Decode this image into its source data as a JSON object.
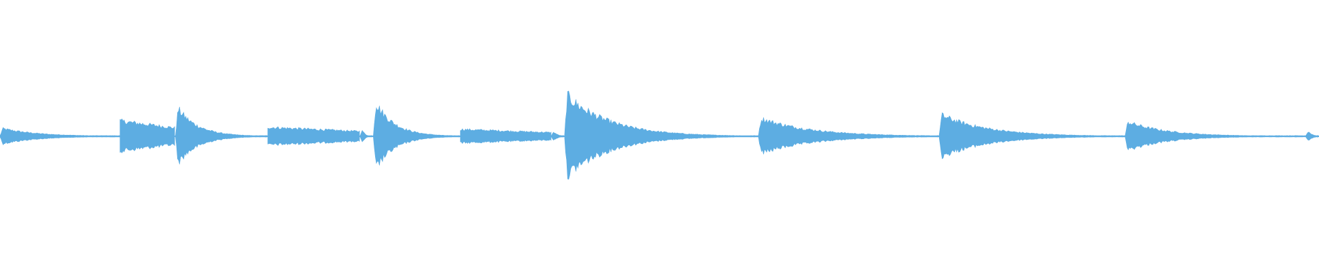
{
  "waveform": {
    "color": "#5dade2",
    "background": "#ffffff",
    "baseline_amplitude": 0.01,
    "events": [
      {
        "time": 0.0,
        "peak": 0.12,
        "decay": 0.3,
        "end": 0.091
      },
      {
        "time": 0.091,
        "peak": 0.22,
        "decay": 0.4,
        "end": 0.133,
        "sustain": true
      },
      {
        "time": 0.133,
        "peak": 0.45,
        "decay": 0.22,
        "end": 0.203
      },
      {
        "time": 0.203,
        "peak": 0.13,
        "decay": 0.6,
        "end": 0.273,
        "sustain": true
      },
      {
        "time": 0.273,
        "peak": 0.22,
        "decay": 0.2,
        "end": 0.283
      },
      {
        "time": 0.283,
        "peak": 0.55,
        "decay": 0.22,
        "end": 0.349
      },
      {
        "time": 0.349,
        "peak": 0.1,
        "decay": 0.6,
        "end": 0.418,
        "sustain": true
      },
      {
        "time": 0.418,
        "peak": 0.12,
        "decay": 0.3,
        "end": 0.428
      },
      {
        "time": 0.428,
        "peak": 0.62,
        "decay": 0.22,
        "end": 0.575
      },
      {
        "time": 0.575,
        "peak": 0.27,
        "decay": 0.28,
        "end": 0.712
      },
      {
        "time": 0.712,
        "peak": 0.32,
        "decay": 0.25,
        "end": 0.853
      },
      {
        "time": 0.853,
        "peak": 0.22,
        "decay": 0.22,
        "end": 0.99
      },
      {
        "time": 0.99,
        "peak": 0.14,
        "decay": 0.3,
        "end": 1.0
      }
    ]
  }
}
